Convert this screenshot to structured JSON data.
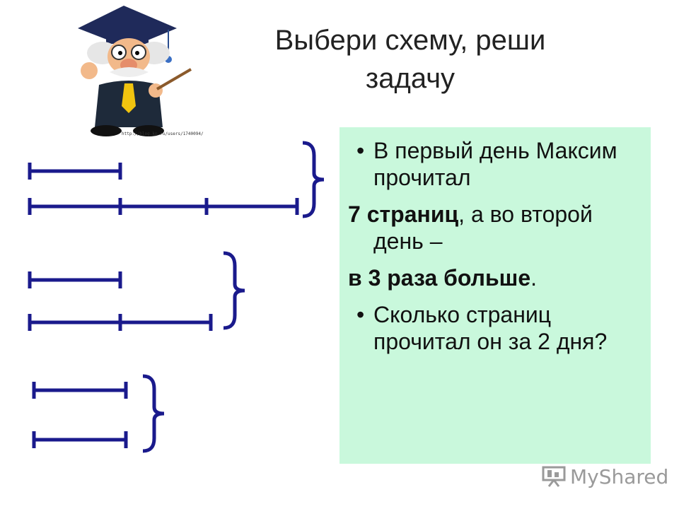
{
  "title": {
    "line1": "Выбери схему, реши",
    "line2": "задачу"
  },
  "image_note": "http://blog.kp.ru/users/1740094/",
  "problem": {
    "p1": "В первый день Максим прочитал",
    "p2_bold": "7 страниц",
    "p2_rest": ", а во второй день –",
    "p3_bold": "в 3 раза больше",
    "p3_rest": ".",
    "p4": "Сколько страниц прочитал он за 2 дня?"
  },
  "logo": {
    "text": "MyShared"
  },
  "colors": {
    "scheme": "#1a1a8c",
    "box": "#c9f8dc"
  }
}
